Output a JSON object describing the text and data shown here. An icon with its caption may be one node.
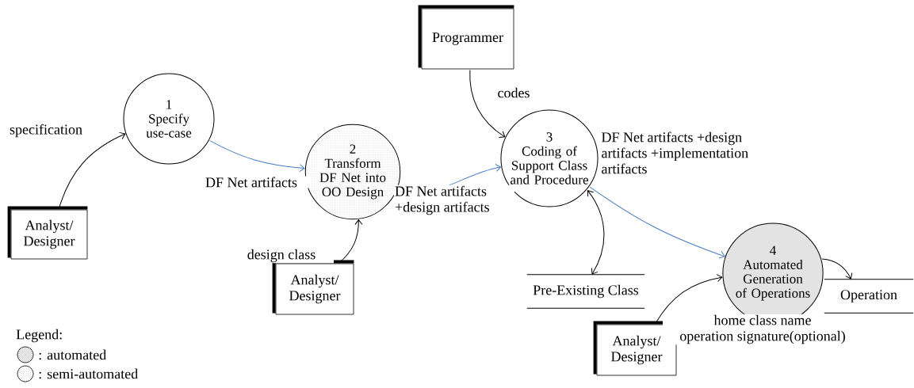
{
  "diagram": {
    "nodes": [
      {
        "text": [
          "1",
          "Specify use-case"
        ]
      },
      {
        "text": [
          "2",
          "Transform DF Net into OO Design"
        ]
      },
      {
        "text": [
          "Programmer"
        ]
      },
      {
        "text": [
          "3",
          "Coding of Support Class and Procedure"
        ]
      },
      {
        "text": [
          "4",
          "Automated Generation of Operations"
        ]
      },
      {
        "text": [
          "Analyst/ Designer"
        ]
      },
      {
        "text": [
          "Analyst/ Designer"
        ]
      },
      {
        "text": [
          "Pre-Existing Class"
        ]
      },
      {
        "text": [
          "Operation"
        ]
      },
      {
        "text": [
          "Analyst/ Designer"
        ]
      }
    ],
    "edges": [
      {
        "from": 5,
        "to": 0,
        "arrow": "to",
        "label": "specification"
      },
      {
        "from": 0,
        "to": 1,
        "arrow": "to",
        "label": "DF Net artifacts",
        "color": "#4a7cc4"
      },
      {
        "from": 6,
        "to": 1,
        "arrow": "to",
        "label": "design class"
      },
      {
        "from": 1,
        "to": 3,
        "arrow": "to",
        "label": "DF Net artifacts +design artifacts",
        "color": "#4a7cc4"
      },
      {
        "from": 2,
        "to": 3,
        "arrow": "to",
        "label": "codes"
      },
      {
        "from": 3,
        "to": 7,
        "arrow": "both"
      },
      {
        "from": 3,
        "to": 4,
        "arrow": "to",
        "label": "DF Net artifacts +design artifacts +implementation artifacts",
        "color": "#4a7cc4"
      },
      {
        "from": 9,
        "to": 4,
        "arrow": "to",
        "label": "home class name operation signature(optional)"
      },
      {
        "from": 4,
        "to": 8,
        "arrow": "to"
      }
    ],
    "labels": [
      "Legend:"
    ],
    "legend": [
      {
        "text": ": automated",
        "color": "#e3e3e3"
      },
      {
        "text": ": semi-automated"
      }
    ]
  }
}
